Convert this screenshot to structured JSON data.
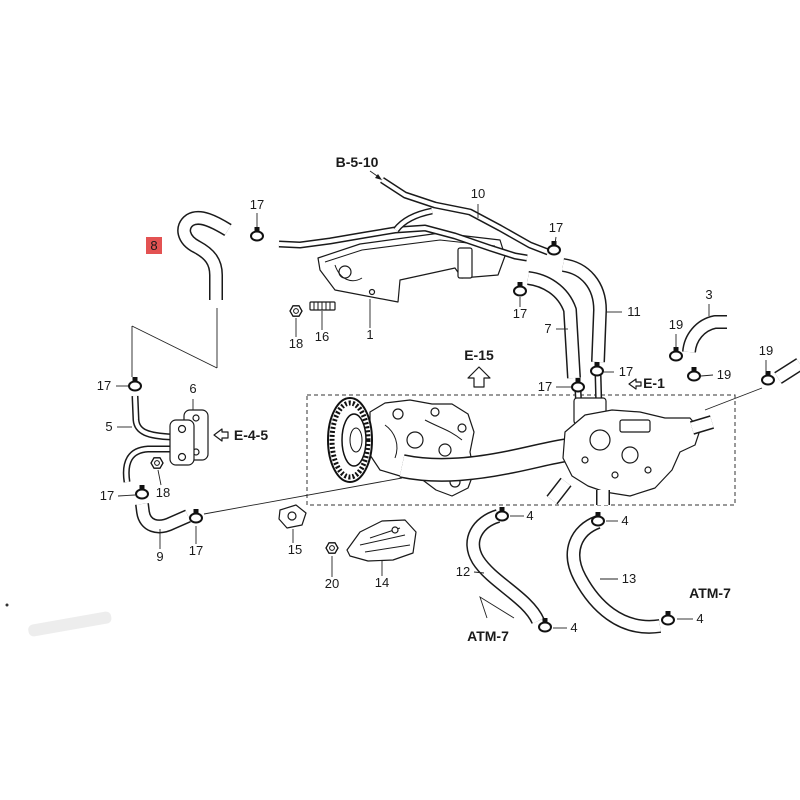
{
  "diagram": {
    "highlighted_part": "8",
    "colors": {
      "highlight": "#e35252"
    },
    "references": [
      "B-5-10",
      "E-15",
      "E-1",
      "E-4-5",
      "ATM-7",
      "ATM-7"
    ],
    "callouts": [
      "10",
      "17",
      "17",
      "18",
      "16",
      "1",
      "17",
      "7",
      "11",
      "3",
      "19",
      "19",
      "17",
      "17",
      "19",
      "17",
      "6",
      "5",
      "18",
      "17",
      "9",
      "17",
      "15",
      "4",
      "4",
      "20",
      "14",
      "12",
      "13",
      "4",
      "4"
    ]
  }
}
